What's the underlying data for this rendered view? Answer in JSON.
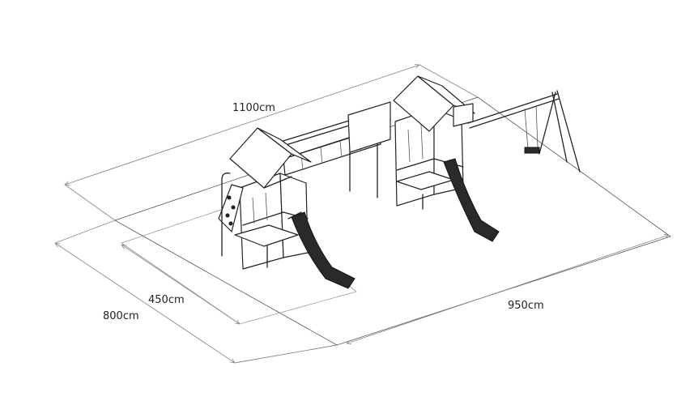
{
  "dimensions": {
    "top_length": "1100cm",
    "right_length": "950cm",
    "inner_width": "450cm",
    "outer_width": "800cm"
  },
  "colors": {
    "line": "#222222",
    "dimension_line": "#8a8a8a",
    "slide": "#2a2a2a",
    "background": "#ffffff"
  }
}
